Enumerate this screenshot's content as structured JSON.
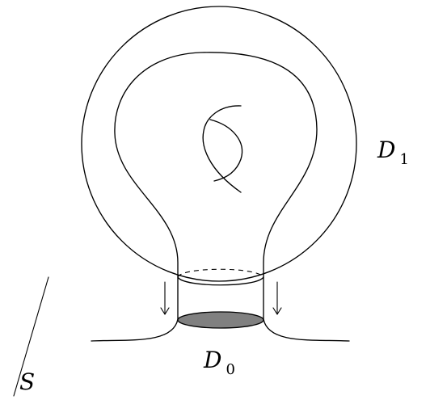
{
  "labels": {
    "d1_main": "D",
    "d1_sub": "1",
    "d0_main": "D",
    "d0_sub": "0",
    "s": "S"
  },
  "colors": {
    "line": "#000000",
    "disk_fill": "#808080",
    "background": "#ffffff"
  }
}
